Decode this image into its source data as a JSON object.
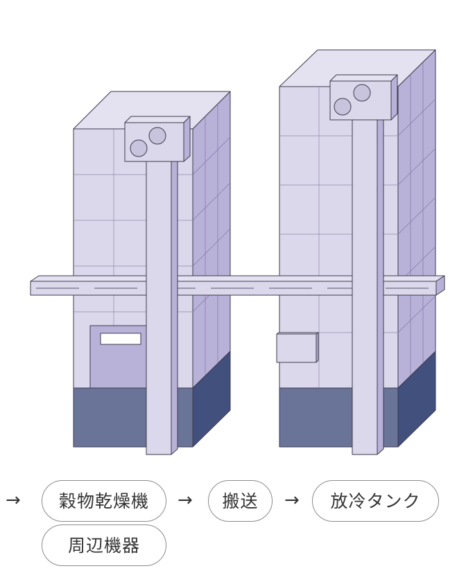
{
  "process_flow": {
    "arrow_glyph": "→",
    "steps": [
      {
        "label": "穀物乾燥機"
      },
      {
        "label": "搬送"
      },
      {
        "label": "放冷タンク"
      },
      {
        "label": "周辺機器"
      }
    ]
  },
  "colors": {
    "panel_light": "#dcd8ec",
    "panel_side": "#b9b2d8",
    "base_front": "#6a7499",
    "base_side": "#42507e",
    "outline": "#3a3a4a",
    "pill_border": "#8a8a8a"
  }
}
